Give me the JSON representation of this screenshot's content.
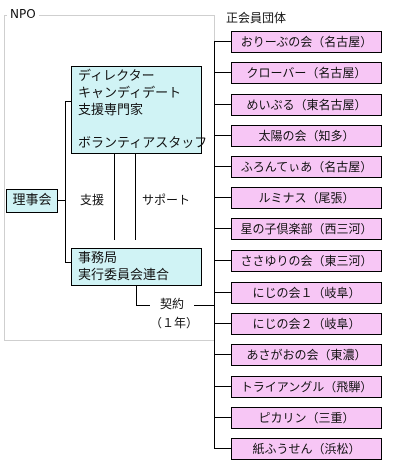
{
  "diagram": {
    "npo_label": "NPO",
    "members_title": "正会員団体",
    "board": "理事会",
    "staff_box": {
      "lines": [
        "ディレクター",
        "キャンディデート",
        "支援専門家",
        "",
        "ボランティアスタッフ"
      ]
    },
    "office_box": {
      "lines": [
        "事務局",
        "実行委員会連合"
      ]
    },
    "support_down": "支援",
    "support_up": "サポート",
    "contract": "契約",
    "contract_term": "（１年）",
    "members": [
      "おりーぶの会（名古屋）",
      "クローバー（名古屋）",
      "めいぷる（東名古屋）",
      "太陽の会（知多）",
      "ふろんてぃあ（名古屋）",
      "ルミナス（尾張）",
      "星の子倶楽部（西三河）",
      "ささゆりの会（東三河）",
      "にじの会１（岐阜）",
      "にじの会２（岐阜）",
      "あさがおの会（東濃）",
      "トライアングル（飛騨）",
      "ピカリン（三重）",
      "紙ふうせん（浜松）"
    ]
  }
}
